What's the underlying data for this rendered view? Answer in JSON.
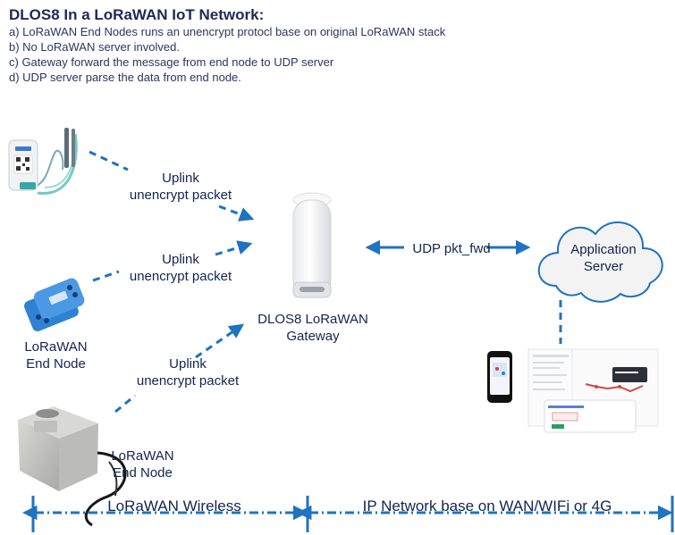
{
  "intro": {
    "title": "DLOS8 In a LoRaWAN IoT Network:",
    "lines": [
      "a) LoRaWAN End Nodes runs an unencrypt protocl base on original LoRaWAN stack",
      "b) No LoRaWAN server involved.",
      "c) Gateway forward the message from end node to UDP server",
      "d) UDP server parse the data from end node."
    ]
  },
  "labels": {
    "uplink_1": "Uplink\nunencrypt packet",
    "uplink_2": "Uplink\nunencrypt packet",
    "uplink_3": "Uplink\nunencrypt packet",
    "end_node_1": "LoRaWAN\nEnd Node",
    "end_node_2": "LoRaWAN\nEnd Node",
    "gateway": "DLOS8 LoRaWAN\nGateway",
    "udp": "UDP pkt_fwd",
    "application_server": "Application\nServer",
    "lorawan_wireless": "LoRaWAN Wireless",
    "ip_network": "IP Network base on WAN/WIFi or 4G"
  },
  "colors": {
    "arrow_blue": "#1f73c1",
    "text_navy": "#132451",
    "cloud_fill": "#f4f4f4",
    "device_blue": "#2d82d8"
  },
  "icons": [
    "temperature-sensor-icon",
    "blue-end-node-icon",
    "outdoor-probe-node-icon",
    "gateway-antenna-icon",
    "cloud-icon",
    "phone-icon",
    "dashboard-icon"
  ]
}
